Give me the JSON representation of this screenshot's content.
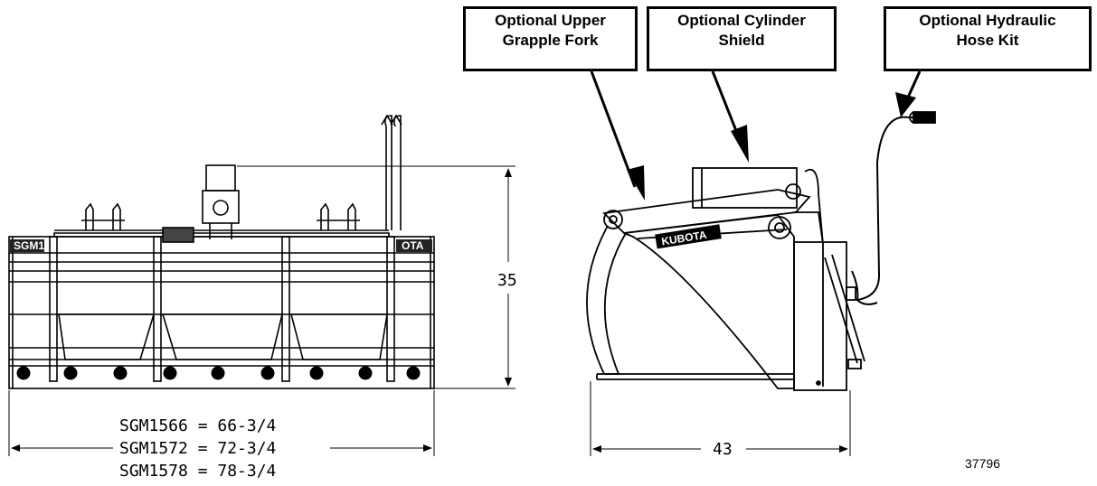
{
  "callouts": {
    "upper_fork": {
      "line1": "Optional Upper",
      "line2": "Grapple Fork"
    },
    "cylinder_shield": {
      "line1": "Optional Cylinder",
      "line2": "Shield"
    },
    "hose_kit": {
      "line1": "Optional Hydraulic",
      "line2": "Hose Kit"
    }
  },
  "front_view": {
    "height_dim": "35",
    "width_dims": [
      "SGM1566 = 66-3/4",
      "SGM1572 = 72-3/4",
      "SGM1578 = 78-3/4"
    ],
    "label_left": "SGM1",
    "label_right": "OTA"
  },
  "side_view": {
    "depth_dim": "43",
    "brand": "KUBOTA"
  },
  "figure_number": "37796"
}
